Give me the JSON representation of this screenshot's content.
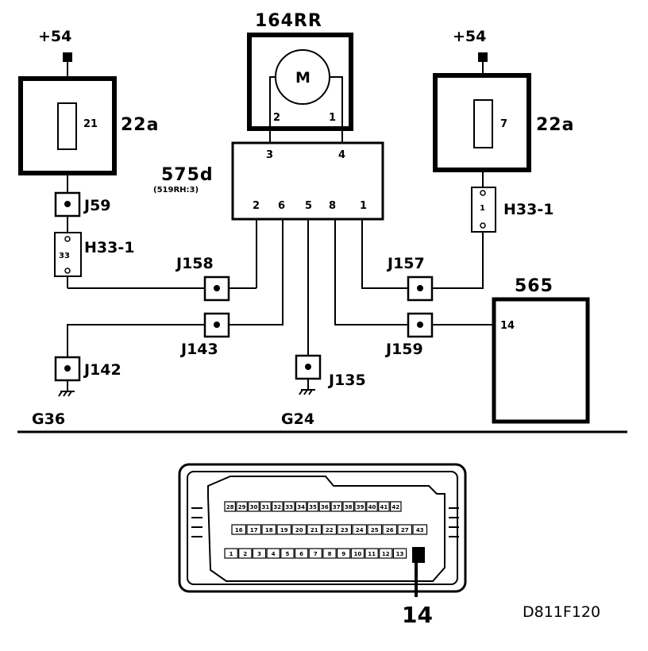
{
  "supply_left": "+54",
  "supply_right": "+54",
  "motor": {
    "title": "164RR",
    "symbol": "M",
    "pin_left": "2",
    "pin_right": "1"
  },
  "fuse_left": {
    "number": "21",
    "name": "22a"
  },
  "fuse_right": {
    "number": "7",
    "name": "22a"
  },
  "module": {
    "name": "575d",
    "ref": "(519RH:3)",
    "pins_top": [
      "3",
      "4"
    ],
    "pins_bottom": [
      "2",
      "6",
      "5",
      "8",
      "1"
    ]
  },
  "connectors": {
    "j59": "J59",
    "h33_left": "H33-1",
    "h33_left_pin": "33",
    "h33_right": "H33-1",
    "h33_right_pin": "1",
    "j158": "J158",
    "j157": "J157",
    "j143": "J143",
    "j159": "J159",
    "j142": "J142",
    "j135": "J135"
  },
  "grounds": {
    "left": "G36",
    "middle": "G24"
  },
  "unit_565": {
    "name": "565",
    "pin": "14"
  },
  "plug": {
    "row1": [
      "28",
      "29",
      "30",
      "31",
      "32",
      "33",
      "34",
      "35",
      "36",
      "37",
      "38",
      "39",
      "40",
      "41",
      "42"
    ],
    "row2": [
      "16",
      "17",
      "18",
      "19",
      "20",
      "21",
      "22",
      "23",
      "24",
      "25",
      "26",
      "27",
      "43"
    ],
    "row3": [
      "1",
      "2",
      "3",
      "4",
      "5",
      "6",
      "7",
      "8",
      "9",
      "10",
      "11",
      "12",
      "13",
      "14"
    ],
    "callout": "14"
  },
  "figure_code": "D811F120"
}
